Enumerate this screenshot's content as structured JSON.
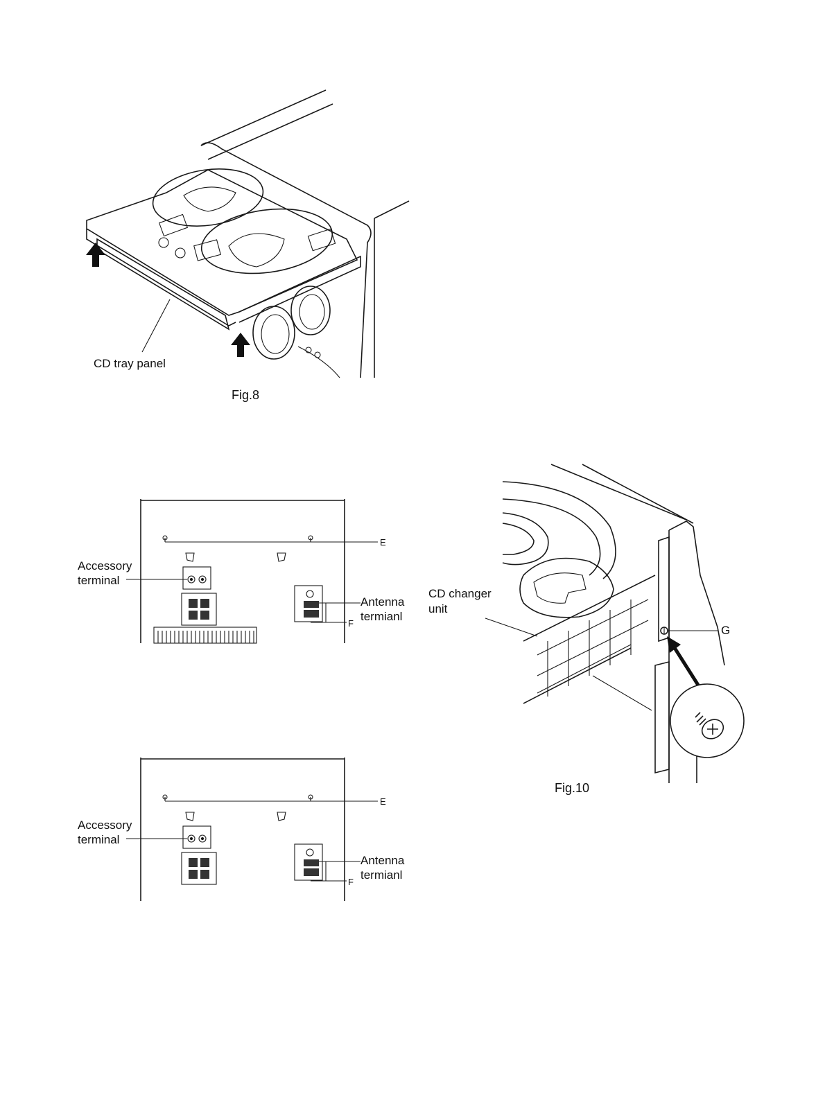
{
  "fig8": {
    "label_cd_tray_panel": "CD tray panel",
    "caption": "Fig.8"
  },
  "fig9a": {
    "label_accessory_line1": "Accessory",
    "label_accessory_line2": "terminal",
    "label_antenna_line1": "Antenna",
    "label_antenna_line2": "termianl",
    "label_e": "E",
    "label_f": "F"
  },
  "fig9b": {
    "label_accessory_line1": "Accessory",
    "label_accessory_line2": "terminal",
    "label_antenna_line1": "Antenna",
    "label_antenna_line2": "termianl",
    "label_e": "E",
    "label_f": "F"
  },
  "fig10": {
    "label_cd_changer_line1": "CD changer",
    "label_cd_changer_line2": "unit",
    "label_g": "G",
    "caption": "Fig.10"
  }
}
